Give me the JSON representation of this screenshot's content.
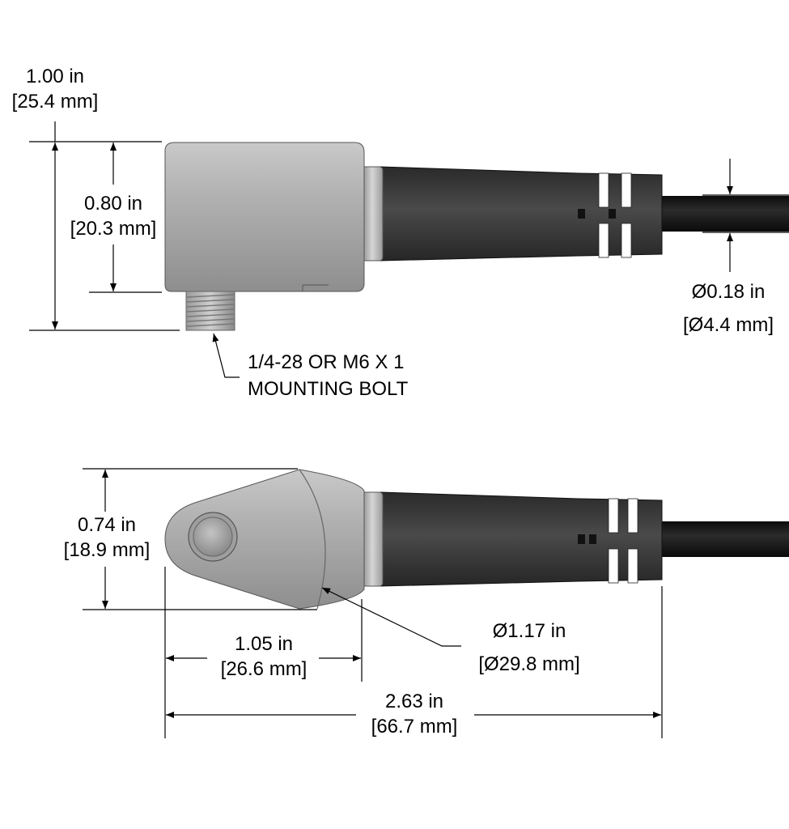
{
  "dimensions": {
    "overall_height": {
      "imperial": "1.00 in",
      "metric": "[25.4 mm]"
    },
    "body_height": {
      "imperial": "0.80 in",
      "metric": "[20.3 mm]"
    },
    "cable_diameter": {
      "imperial": "Ø0.18 in",
      "metric": "[Ø4.4 mm]"
    },
    "mounting_bolt": {
      "line1": "1/4-28 OR M6 X 1",
      "line2": "MOUNTING BOLT"
    },
    "body_width": {
      "imperial": "0.74 in",
      "metric": "[18.9 mm]"
    },
    "hole_to_boot": {
      "imperial": "1.05 in",
      "metric": "[26.6 mm]"
    },
    "head_diameter": {
      "imperial": "Ø1.17 in",
      "metric": "[Ø29.8 mm]"
    },
    "overall_length": {
      "imperial": "2.63 in",
      "metric": "[66.7 mm]"
    }
  },
  "colors": {
    "dimension_line": "#000000",
    "housing": "#a3a3a3",
    "boot": "#3a3a3a",
    "cable": "#141414"
  }
}
